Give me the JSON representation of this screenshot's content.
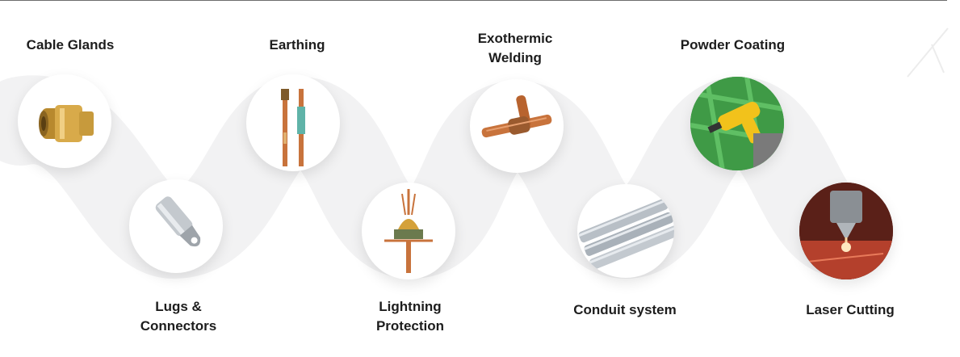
{
  "items": [
    {
      "label": "Cable Glands",
      "icon": "brass-cable-gland-icon"
    },
    {
      "label": "Lugs &\nConnectors",
      "icon": "cable-lug-icon"
    },
    {
      "label": "Earthing",
      "icon": "copper-earthing-rod-icon"
    },
    {
      "label": "Lightning\nProtection",
      "icon": "lightning-arrester-icon"
    },
    {
      "label": "Exothermic\nWelding",
      "icon": "exothermic-weld-joint-icon"
    },
    {
      "label": "Conduit system",
      "icon": "steel-conduit-pipe-icon"
    },
    {
      "label": "Powder Coating",
      "icon": "powder-coating-gun-icon"
    },
    {
      "label": "Laser Cutting",
      "icon": "laser-cutting-head-icon"
    }
  ],
  "colors": {
    "text": "#1d1d1d",
    "brass": "#c99a3c",
    "copper": "#c8733c",
    "steel": "#b8bfc6",
    "coating_green": "#3f9a46",
    "gun_yellow": "#f2c21b",
    "laser_red": "#b4402c"
  }
}
